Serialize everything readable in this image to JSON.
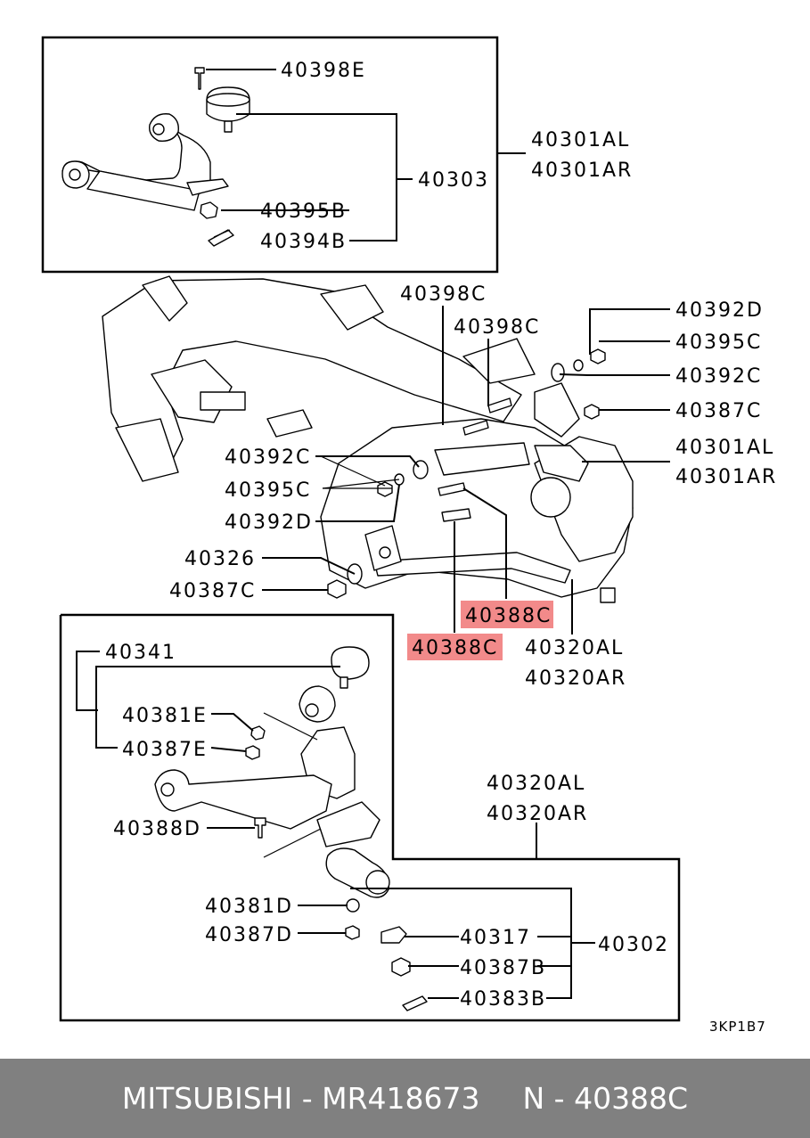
{
  "labels": {
    "p40398E": "40398E",
    "p40303": "40303",
    "p40301AL_top": "40301AL",
    "p40301AR_top": "40301AR",
    "p40395B": "40395B",
    "p40394B": "40394B",
    "p40398C_a": "40398C",
    "p40398C_b": "40398C",
    "p40392D_r": "40392D",
    "p40395C_r": "40395C",
    "p40392C_r": "40392C",
    "p40387C_r": "40387C",
    "p40301AL_mid": "40301AL",
    "p40301AR_mid": "40301AR",
    "p40392C_l": "40392C",
    "p40395C_l": "40395C",
    "p40392D_l": "40392D",
    "p40326": "40326",
    "p40387C_l": "40387C",
    "p40388C_a": "40388C",
    "p40388C_b": "40388C",
    "p40320AL_mid": "40320AL",
    "p40320AR_mid": "40320AR",
    "p40341": "40341",
    "p40381E": "40381E",
    "p40387E": "40387E",
    "p40320AL_low": "40320AL",
    "p40320AR_low": "40320AR",
    "p40388D": "40388D",
    "p40381D": "40381D",
    "p40387D": "40387D",
    "p40317": "40317",
    "p40302": "40302",
    "p40387B": "40387B",
    "p40383B": "40383B",
    "code": "3KP1B7"
  },
  "footer": {
    "brand_part": "MITSUBISHI - MR418673",
    "ref": "N - 40388C"
  },
  "colors": {
    "highlight": "#f28a8a",
    "footer_bg": "#808080",
    "footer_text": "#ffffff"
  }
}
